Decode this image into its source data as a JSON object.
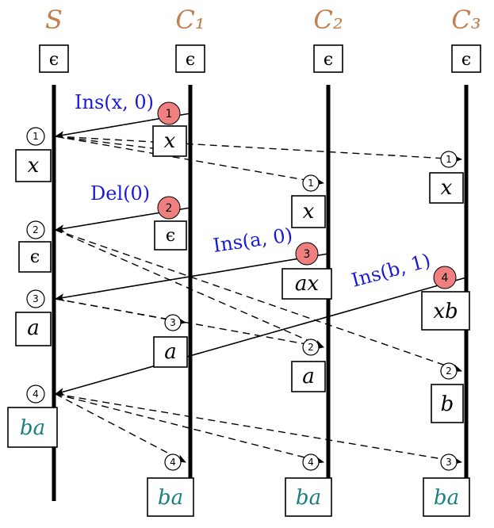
{
  "lanes": [
    {
      "id": "S",
      "label": "S"
    },
    {
      "id": "C1",
      "label": "C₁"
    },
    {
      "id": "C2",
      "label": "C₂"
    },
    {
      "id": "C3",
      "label": "C₃"
    }
  ],
  "initial_state": "ϵ",
  "operations": [
    {
      "num": "1",
      "label": "Ins(x, 0)"
    },
    {
      "num": "2",
      "label": "Del(0)"
    },
    {
      "num": "3",
      "label": "Ins(a, 0)"
    },
    {
      "num": "4",
      "label": "Ins(b, 1)"
    }
  ],
  "states": {
    "S": [
      "x",
      "ϵ",
      "a",
      "ba"
    ],
    "C1": [
      "x",
      "ϵ",
      "a",
      "ba"
    ],
    "C2": [
      "x",
      "ax",
      "a",
      "ba"
    ],
    "C3": [
      "x",
      "xb",
      "b",
      "ba"
    ]
  },
  "colors": {
    "lane_name": "#c08050",
    "op_label": "#1a1adc",
    "op_marker": "#f08080",
    "final_state": "#1a7f7f"
  }
}
